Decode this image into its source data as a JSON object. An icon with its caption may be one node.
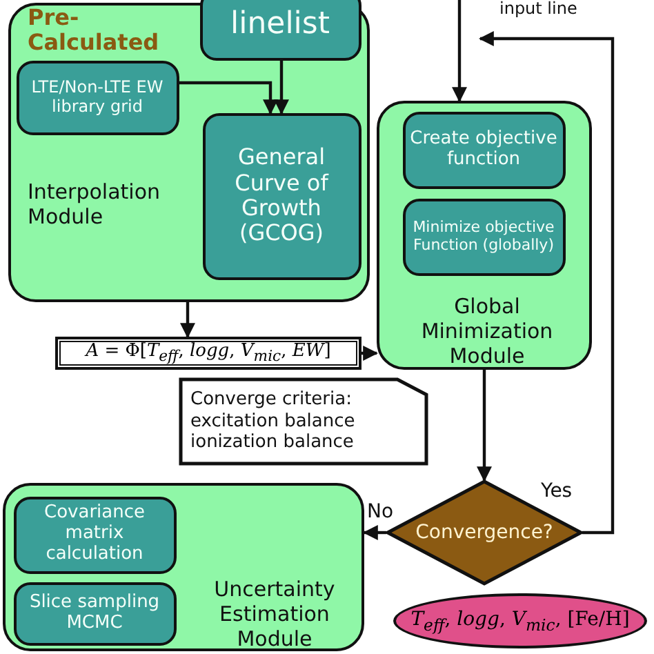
{
  "diagram": {
    "nodes": [
      {
        "text": [
          "Interpolation Module"
        ]
      },
      {
        "text": [
          "linelist"
        ],
        "in": 0
      },
      {
        "text": [
          "LTE/Non-LTE EW library grid"
        ],
        "in": 0
      },
      {
        "text": [
          "General Curve of Growth (GCOG)"
        ],
        "in": 0
      },
      {
        "text": [
          "*A* = Φ[*T*$_{eff}$, *logg*, *V*$_{mic}$, *EW*]"
        ]
      },
      {
        "text": [
          "Global Minimization Module"
        ]
      },
      {
        "text": [
          "Create objective function"
        ],
        "in": 5
      },
      {
        "text": [
          "Minimize objective Function (globally)"
        ],
        "in": 5
      },
      {
        "text": [
          "Converge criteria: excitation balance ionization balance"
        ]
      },
      {
        "text": [
          "Convergence?"
        ]
      },
      {
        "text": [
          "Uncertainty Estimation Module"
        ]
      },
      {
        "text": [
          "Covariance matrix calculation"
        ],
        "in": 10
      },
      {
        "text": [
          "Slice sampling MCMC"
        ],
        "in": 10
      },
      {
        "text": [
          "*T*$_{eff}$, *logg*, *V*$_{mic}$, [Fe/H]"
        ]
      }
    ],
    "edges": [
      {
        "from": 1,
        "to": 3,
        "arrow": "to"
      },
      {
        "from": 2,
        "to": 3,
        "arrow": "to"
      },
      {
        "from": 0,
        "to": 4,
        "arrow": "to"
      },
      {
        "from": 4,
        "to": 5,
        "arrow": "to"
      },
      {
        "from": null,
        "to": 5,
        "arrow": "to"
      },
      {
        "from": 5,
        "to": 9,
        "arrow": "to"
      },
      {
        "from": 9,
        "to": 10,
        "arrow": "to",
        "label": "No"
      },
      {
        "from": 9,
        "to": null,
        "arrow": "to",
        "label": "Yes"
      }
    ],
    "labels": [
      "Pre-Calculated",
      "input line"
    ]
  }
}
